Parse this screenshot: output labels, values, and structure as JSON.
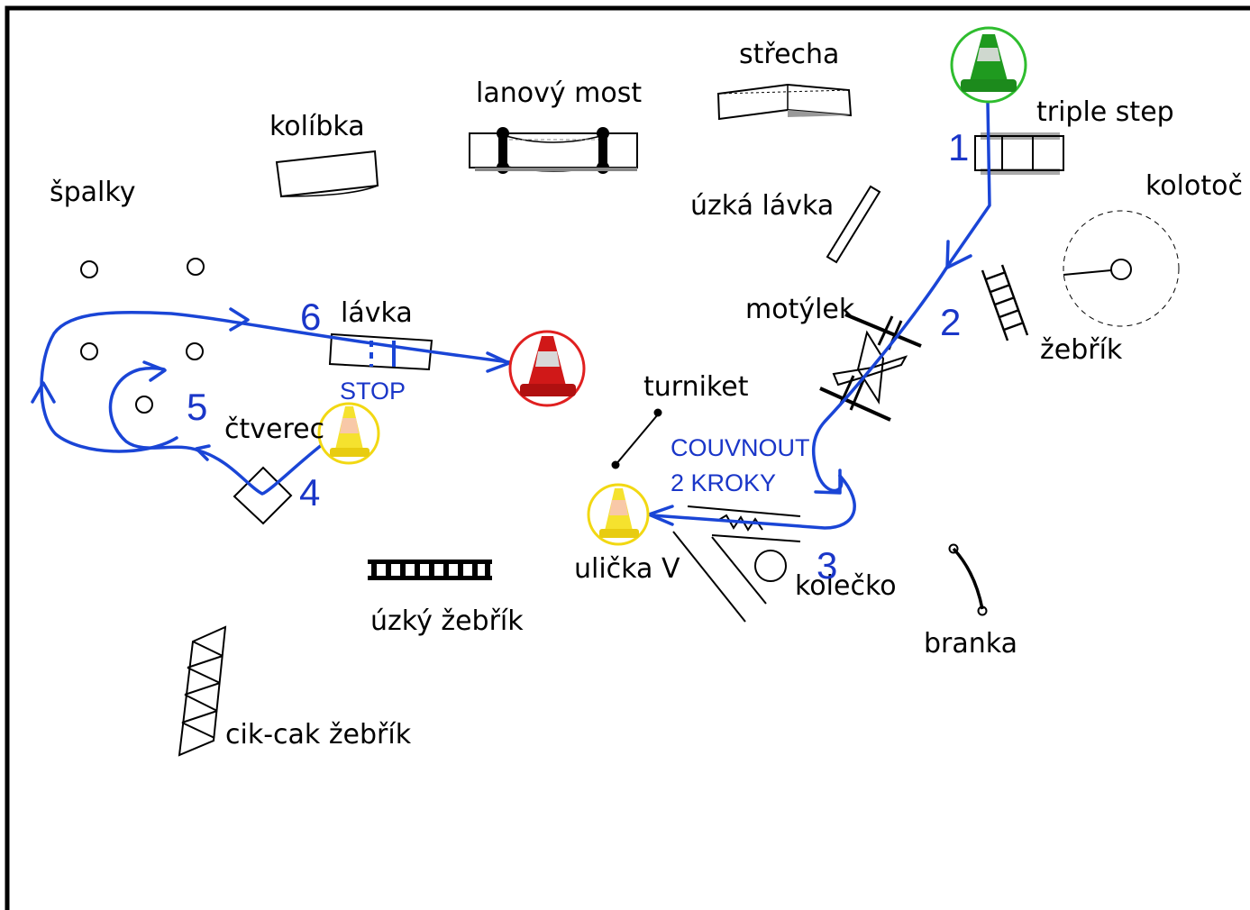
{
  "labels": {
    "strecha": "střecha",
    "lanovy_most": "lanový most",
    "kolibka": "kolíbka",
    "spalky": "špalky",
    "triple_step": "triple step",
    "kolotoc": "kolotoč",
    "uzka_lavka": "úzká lávka",
    "motylek": "motýlek",
    "zebrik": "žebřík",
    "lavka": "lávka",
    "turniket": "turniket",
    "ctverec": "čtverec",
    "ulicka_v": "ulička V",
    "kolecko": "kolečko",
    "branka": "branka",
    "uzky_zebrik": "úzký žebřík",
    "cik_cak_zebrik": "cik-cak žebřík"
  },
  "notes": {
    "stop": "STOP",
    "couvnout_line1": "COUVNOUT",
    "couvnout_line2": "2 KROKY"
  },
  "steps": [
    "1",
    "2",
    "3",
    "4",
    "5",
    "6"
  ],
  "colors": {
    "path": "#1a45d6",
    "text_blue": "#1a36c8",
    "start_cone": "#2fbd2f",
    "finish_cone": "#e02020",
    "checkpoint_cone": "#f2d813"
  }
}
